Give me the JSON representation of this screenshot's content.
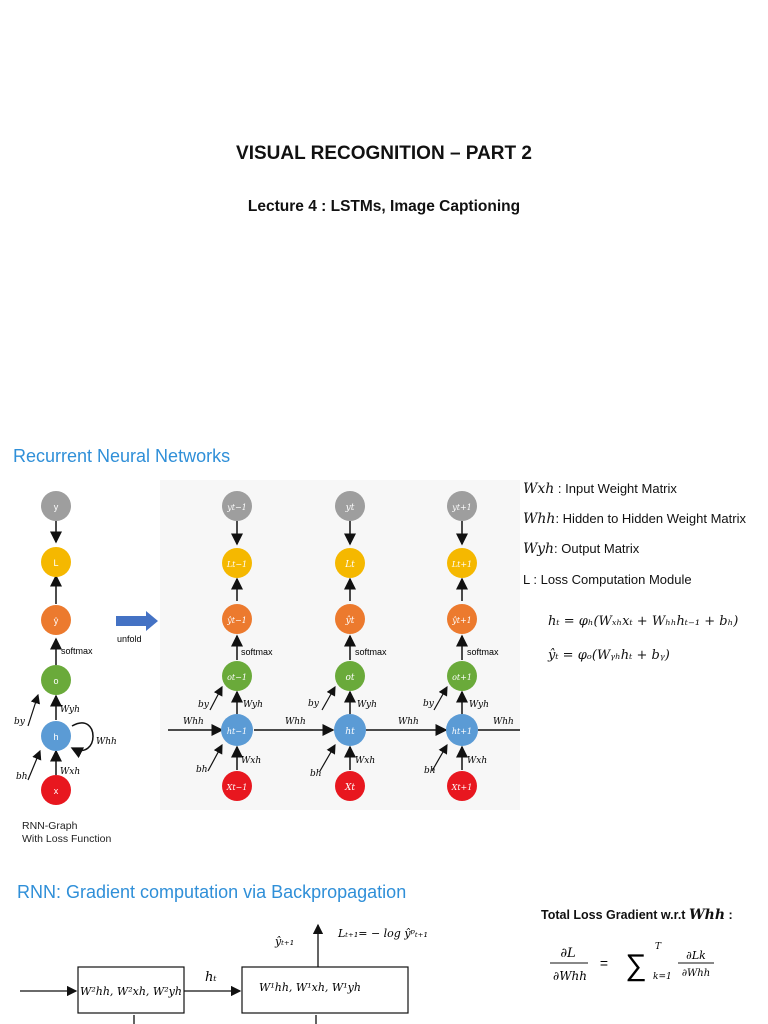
{
  "slide": {
    "title": "VISUAL RECOGNITION – PART 2",
    "subtitle": "Lecture 4 : LSTMs, Image Captioning"
  },
  "rnn_section": {
    "heading": "Recurrent Neural Networks",
    "unfold_label": "unfold",
    "softmax_label": "softmax",
    "caption_line1": "RNN-Graph",
    "caption_line2": "With Loss Function",
    "folded_nodes": {
      "y": "y",
      "L": "L",
      "yhat": "ŷ",
      "o": "o",
      "h": "h",
      "x": "x"
    },
    "unfolded_steps": [
      {
        "y": "yt−1",
        "L": "Lt−1",
        "yhat": "ŷt−1",
        "o": "ot−1",
        "h": "ht−1",
        "x": "Xt−1"
      },
      {
        "y": "yt",
        "L": "Lt",
        "yhat": "ŷt",
        "o": "ot",
        "h": "ht",
        "x": "Xt"
      },
      {
        "y": "yt+1",
        "L": "Lt+1",
        "yhat": "ŷt+1",
        "o": "ot+1",
        "h": "ht+1",
        "x": "Xt+1"
      }
    ],
    "edge_labels": {
      "Wyh": "Wyh",
      "Whh": "Whh",
      "Wxh": "Wxh",
      "by": "by",
      "bh": "bh"
    },
    "legend": [
      {
        "symbol": "Wxh",
        "text": " : Input Weight Matrix"
      },
      {
        "symbol": "Whh",
        "text": ": Hidden to Hidden Weight Matrix"
      },
      {
        "symbol": "Wyh",
        "text": ": Output Matrix"
      },
      {
        "symbol": "L",
        "text": " :  Loss Computation Module"
      }
    ],
    "equations": {
      "h": "hₜ = φₕ(Wₓₕxₜ + Wₕₕhₜ₋₁ + bₕ)",
      "y": "ŷₜ = φₒ(Wᵧₕhₜ + bᵧ)"
    },
    "colors": {
      "y": "#9e9e9e",
      "L": "#f5b800",
      "yhat": "#ec7a2e",
      "o": "#6aaa3a",
      "h": "#5b9bd5",
      "x": "#e8171f",
      "heading": "#2f8fd8",
      "unfold_arrow": "#4472c4"
    }
  },
  "bptt_section": {
    "heading": "RNN: Gradient computation via Backpropagation",
    "box1": "W²hh, W²xh, W²yh",
    "box2": "W¹hh, W¹xh, W¹yh",
    "h_label": "hₜ",
    "yhat_label": "ŷₜ₊₁",
    "loss_label": "Lₜ₊₁= − log ŷᵖₜ₊₁",
    "gradient_title": "Total Loss Gradient w.r.t ",
    "gradient_symbol": "Whh",
    "gradient_colon": " :",
    "gradient_formula": {
      "lhs_num": "∂L",
      "lhs_den": "∂Whh",
      "eq": "=",
      "sigma": "∑",
      "upper": "T",
      "lower": "k=1",
      "rhs_num": "∂Lk",
      "rhs_den": "∂Whh"
    }
  }
}
